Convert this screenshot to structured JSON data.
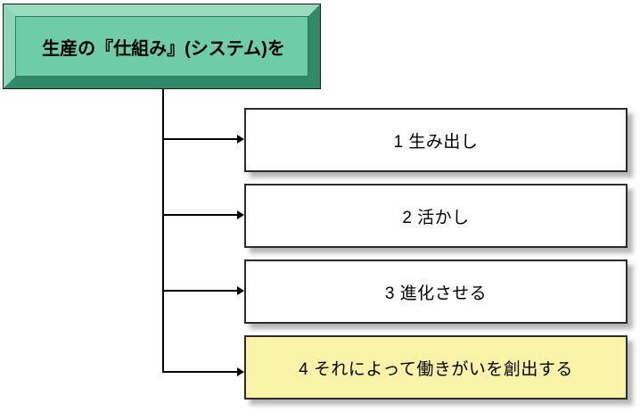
{
  "diagram": {
    "title": "生産の『仕組み』(システム)を",
    "header": {
      "label": "生産の『仕組み』(システム)を",
      "fill_color": "#6FCCA8",
      "bevel_light": "#9ADCC0",
      "bevel_dark": "#2F8A6A",
      "border_color": "#1B1B1B"
    },
    "items": [
      {
        "number": "1",
        "text": "生み出し",
        "label": "1  生み出し",
        "fill_color": "#FFFFFF",
        "highlighted": false
      },
      {
        "number": "2",
        "text": "活かし",
        "label": "2  活かし",
        "fill_color": "#FFFFFF",
        "highlighted": false
      },
      {
        "number": "3",
        "text": "進化させる",
        "label": "3  進化させる",
        "fill_color": "#FFFFFF",
        "highlighted": false
      },
      {
        "number": "4",
        "text": "それによって働きがいを創出する",
        "label": "4  それによって働きがいを創出する",
        "fill_color": "#FAF4A8",
        "highlighted": true
      }
    ],
    "connector": {
      "line_color": "#000000",
      "arrow_style": "solid-triangle"
    }
  }
}
